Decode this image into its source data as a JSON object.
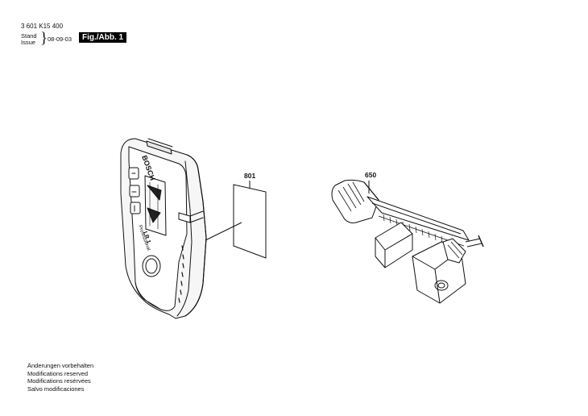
{
  "header": {
    "part_number": "3 601 K15 400",
    "stand_label": "Stand",
    "issue_label": "Issue",
    "brace": "}",
    "issue_date": "08-09-03",
    "figure_label": "Fig./Abb. 1"
  },
  "parts": {
    "sheet": {
      "number": "801"
    },
    "bracket": {
      "number": "650"
    }
  },
  "receiver": {
    "brand": "BOSCH",
    "model": "LR 1",
    "line": "Professional"
  },
  "footer": {
    "notes": [
      "Änderungen vorbehalten",
      "Modifications reserved",
      "Modifications resérvées",
      "Salvo modificaciones"
    ]
  }
}
